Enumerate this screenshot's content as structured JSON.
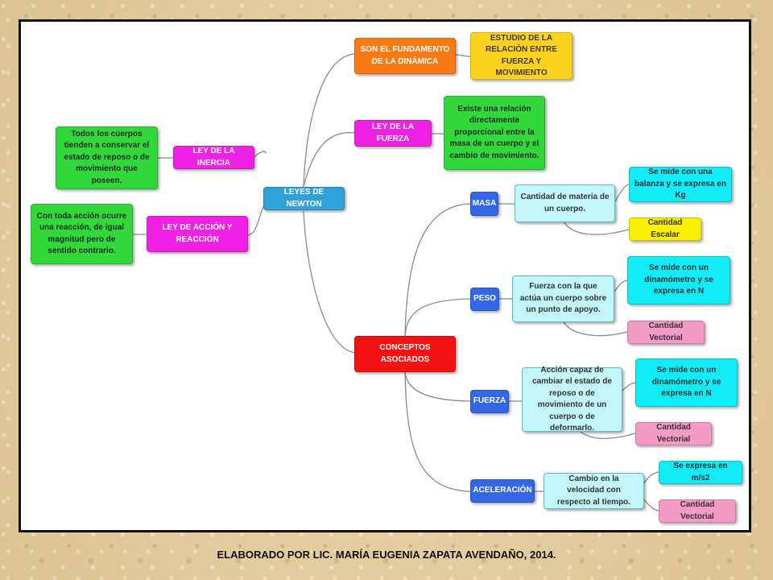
{
  "map": {
    "root": "LEYES DE NEWTON",
    "fundamento": "SON EL FUNDAMENTO DE LA DINÁMICA",
    "estudio": "ESTUDIO DE LA RELACIÓN ENTRE FUERZA Y MOVIMIENTO",
    "ley_fuerza": "LEY DE LA FUERZA",
    "ley_fuerza_desc": "Existe una relación directamente proporcional entre la masa de un cuerpo y el cambio de movimiento.",
    "ley_inercia": "LEY DE LA INERCIA",
    "ley_inercia_desc": "Todos los cuerpos tienden a conservar el estado de reposo o de movimiento que poseen.",
    "ley_accion": "LEY DE ACCIÓN Y REACCIÓN",
    "ley_accion_desc": "Con toda acción ocurre una reacción, de igual magnitud pero de sentido contrario.",
    "conceptos": "CONCEPTOS ASOCIADOS",
    "masa": "MASA",
    "masa_def": "Cantidad de materia de un cuerpo.",
    "masa_medida": "Se mide con una balanza y se expresa en Kg",
    "masa_tipo": "Cantidad Escalar",
    "peso": "PESO",
    "peso_def": "Fuerza con la que actúa un cuerpo sobre un punto de apoyo.",
    "peso_medida": "Se mide con un dinamómetro y se expresa en N",
    "peso_tipo": "Cantidad Vectorial",
    "fuerza": "FUERZA",
    "fuerza_def": "Acción capaz de cambiar el estado de reposo o de movimiento de un cuerpo o de deformarlo.",
    "fuerza_medida": "Se mide con un dinamómetro y se expresa en N",
    "fuerza_tipo": "Cantidad Vectorial",
    "aceleracion": "ACELERACIÓN",
    "aceleracion_def": "Cambio en la velocidad con respecto al tiempo.",
    "aceleracion_medida": "Se expresa en  m/s2",
    "aceleracion_tipo": "Cantidad Vectorial"
  },
  "footer": "ELABORADO POR LIC. MARÍA EUGENIA ZAPATA AVENDAÑO, 2014.",
  "colors": {
    "background": "#e2cc9d",
    "orange": "#f77a14",
    "yellow": "#fdd21c",
    "magenta": "#f021e4",
    "green": "#30d83a",
    "blue": "#2fa2d9",
    "royal": "#3467e5",
    "red": "#f51212",
    "light_cyan": "#c3f6fb",
    "cyan": "#10ebf5",
    "lemon": "#f8f000",
    "pink": "#f49ac6",
    "connector": "#8a8a8a"
  }
}
